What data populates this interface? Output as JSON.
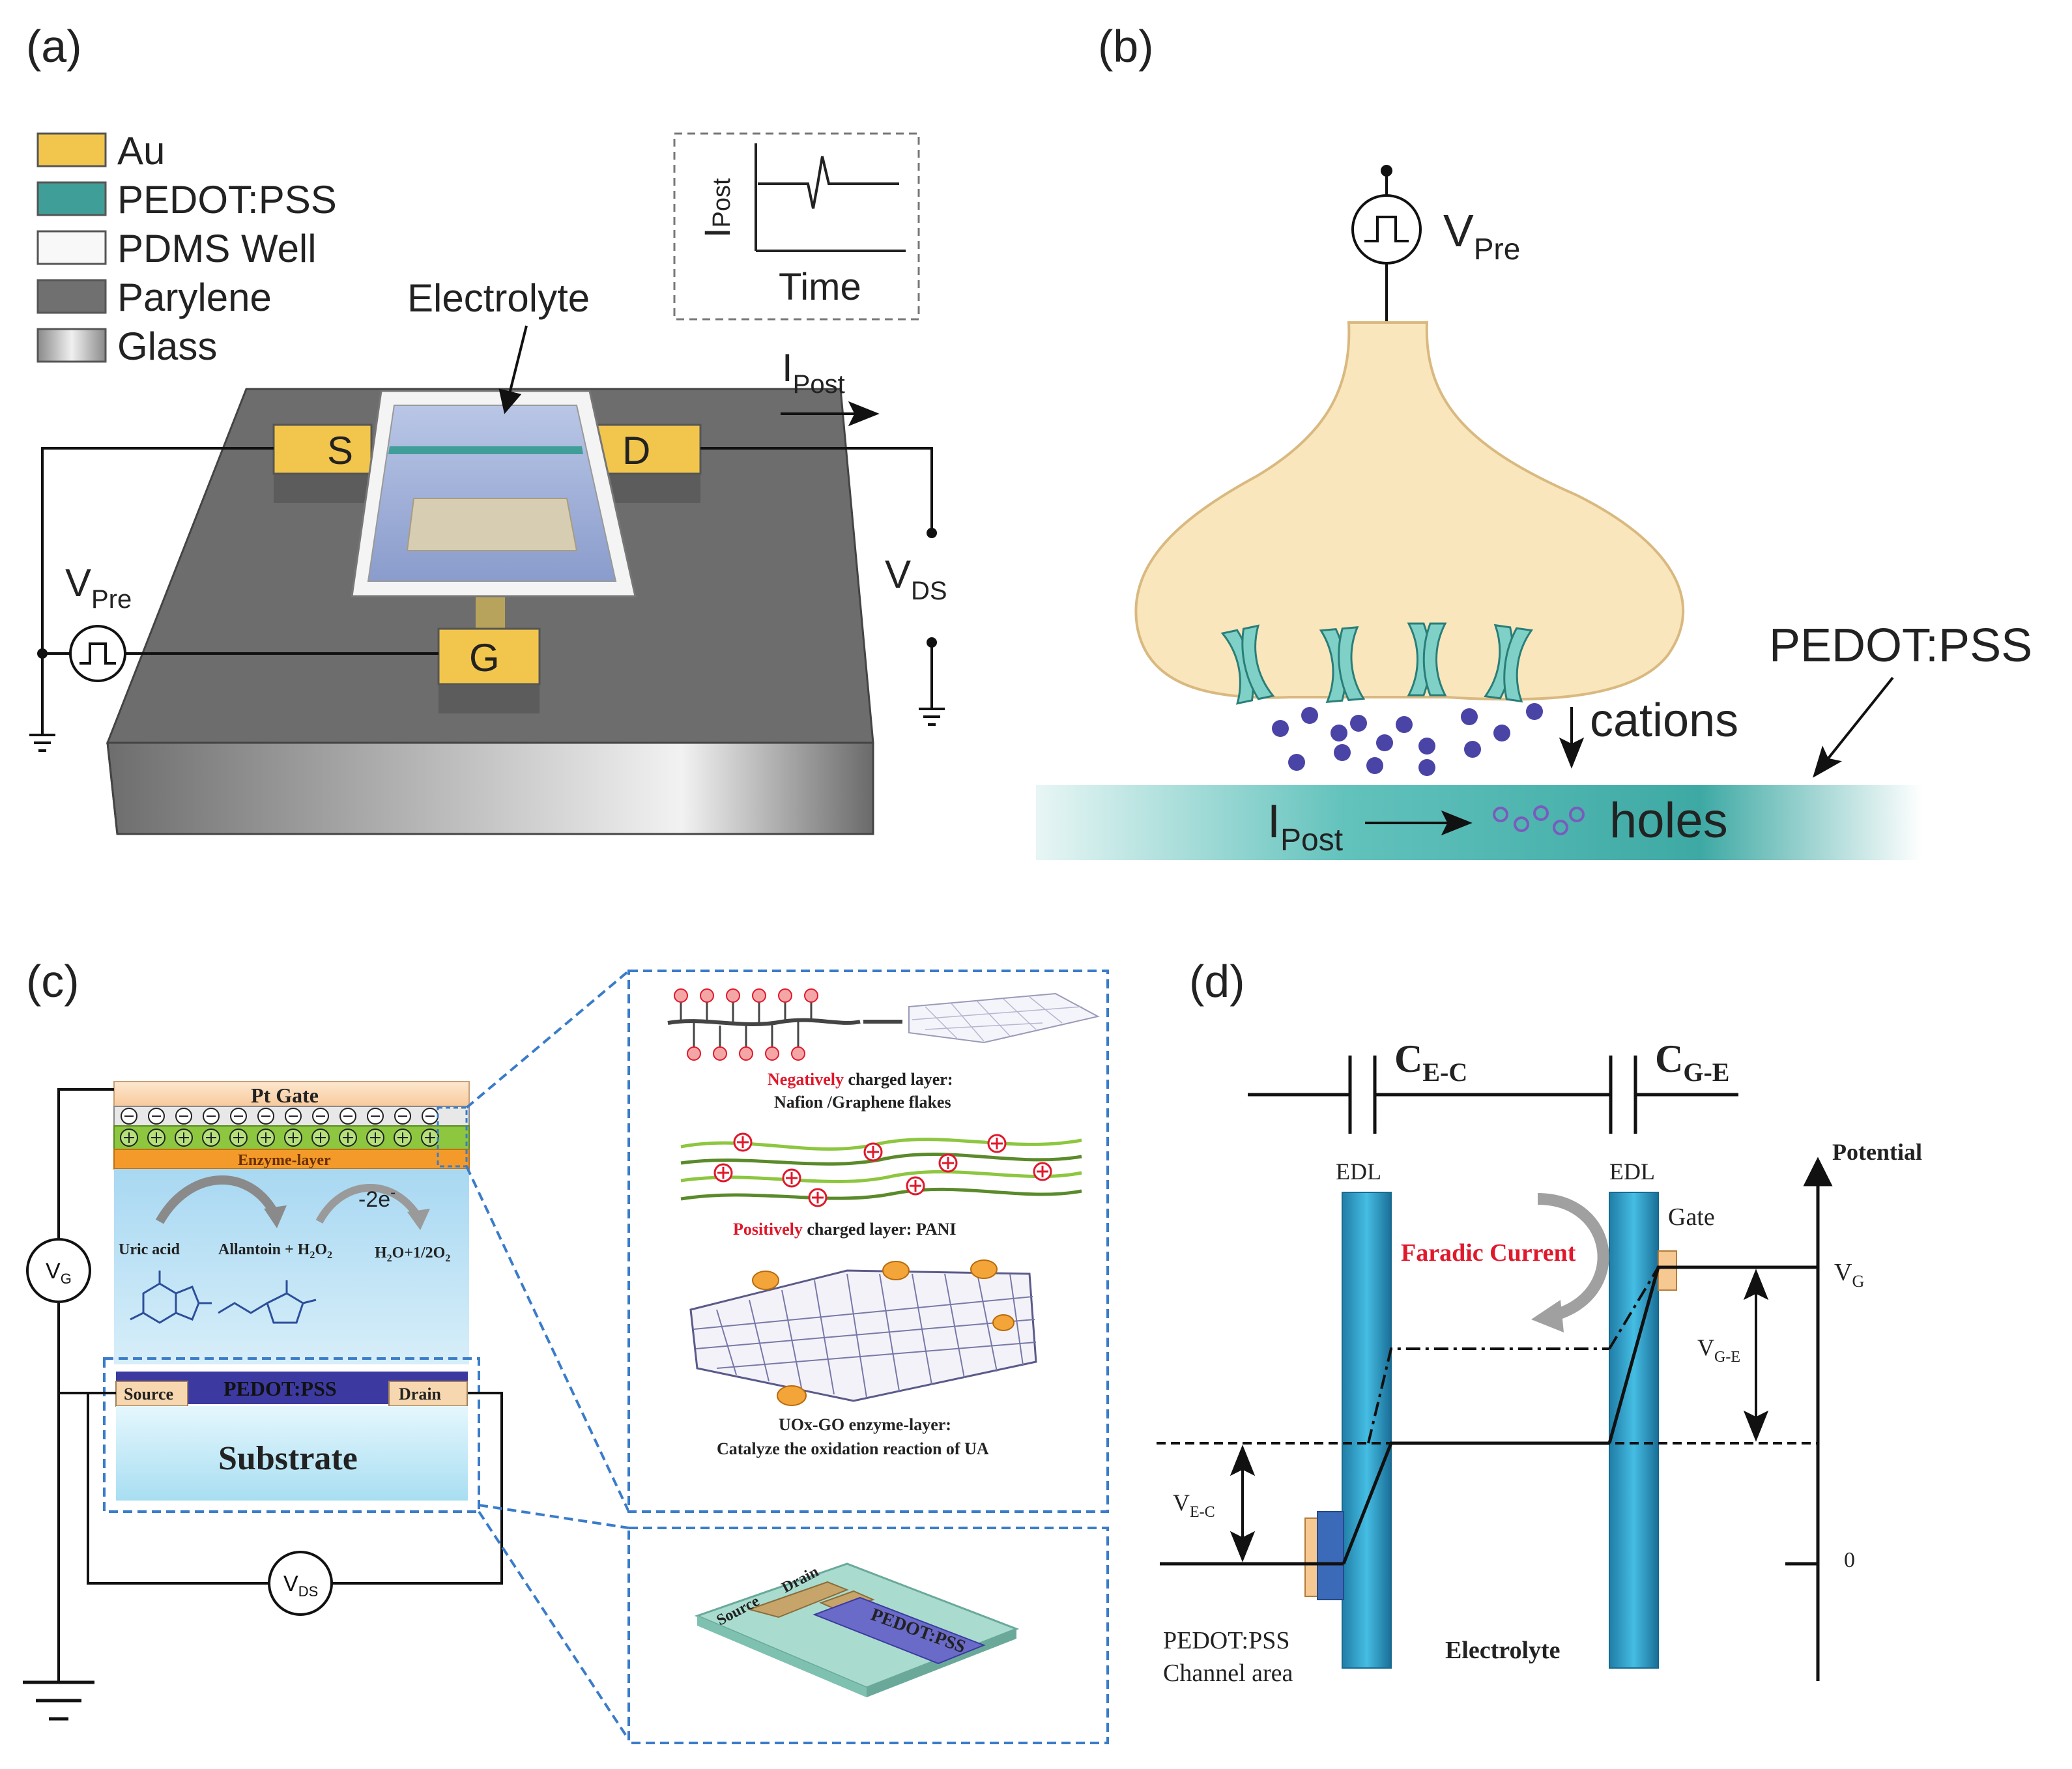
{
  "panel_a": {
    "label": "(a)",
    "legend": [
      {
        "name": "Au",
        "color": "#f2c64c"
      },
      {
        "name": "PEDOT:PSS",
        "color": "#3f9f98"
      },
      {
        "name": "PDMS Well",
        "color": "#f8f8f8"
      },
      {
        "name": "Parylene",
        "color": "#707070"
      },
      {
        "name": "Glass",
        "color": "#bdbdbd"
      }
    ],
    "inset_ylabel": "I",
    "inset_ylabel_sub": "Post",
    "inset_xlabel": "Time",
    "electrolyte": "Electrolyte",
    "ipost": "I",
    "ipost_sub": "Post",
    "source": "S",
    "drain": "D",
    "gate": "G",
    "vpre": "V",
    "vpre_sub": "Pre",
    "vds": "V",
    "vds_sub": "DS"
  },
  "panel_b": {
    "label": "(b)",
    "vpre": "V",
    "vpre_sub": "Pre",
    "pedot": "PEDOT:PSS",
    "cations": "cations",
    "ipost": "I",
    "ipost_sub": "Post",
    "holes": "holes",
    "colors": {
      "neuron": "#f9e6bd",
      "channel": "#5fc3bd",
      "cation": "#4a44a6"
    }
  },
  "panel_c": {
    "label": "(c)",
    "pt_gate": "Pt Gate",
    "enzyme_layer": "Enzyme-layer",
    "minus_2e": "-2e",
    "minus_2e_sup": "-",
    "uric_acid": "Uric acid",
    "allantoin": "Allantoin + H",
    "allantoin_sub": "2",
    "allantoin_o": "O",
    "allantoin_o_sub": "2",
    "water": "H",
    "water_sub1": "2",
    "water_rest": "O+1/2O",
    "water_sub2": "2",
    "source": "Source",
    "pedot": "PEDOT:PSS",
    "drain": "Drain",
    "substrate": "Substrate",
    "vg": "V",
    "vg_sub": "G",
    "vds": "V",
    "vds_sub": "DS",
    "neg_red": "Negatively",
    "neg_black": " charged layer:",
    "neg_line2": "Nafion /Graphene flakes",
    "pos_red": "Positively",
    "pos_black": " charged layer: PANI",
    "uox_line1": "UOx-GO  enzyme-layer:",
    "uox_line2": "Catalyze  the oxidation  reaction of UA",
    "inset_source": "Source",
    "inset_drain": "Drain",
    "inset_pedot": "PEDOT:PSS",
    "colors": {
      "accent_red": "#e0182b",
      "dashed_blue": "#3a7cc9"
    }
  },
  "panel_d": {
    "label": "(d)",
    "cec": "C",
    "cec_sub": "E-C",
    "cge": "C",
    "cge_sub": "G-E",
    "edl_left": "EDL",
    "edl_right": "EDL",
    "potential": "Potential",
    "gate": "Gate",
    "faradic": "Faradic Current",
    "vg": "V",
    "vg_sub": "G",
    "vge": "V",
    "vge_sub": "G-E",
    "vec": "V",
    "vec_sub": "E-C",
    "zero": "0",
    "pedot_line1": "PEDOT:PSS",
    "pedot_line2": "Channel area",
    "electrolyte": "Electrolyte",
    "colors": {
      "edl_bar": "#2fa6d0",
      "faradic": "#e0182b"
    }
  }
}
